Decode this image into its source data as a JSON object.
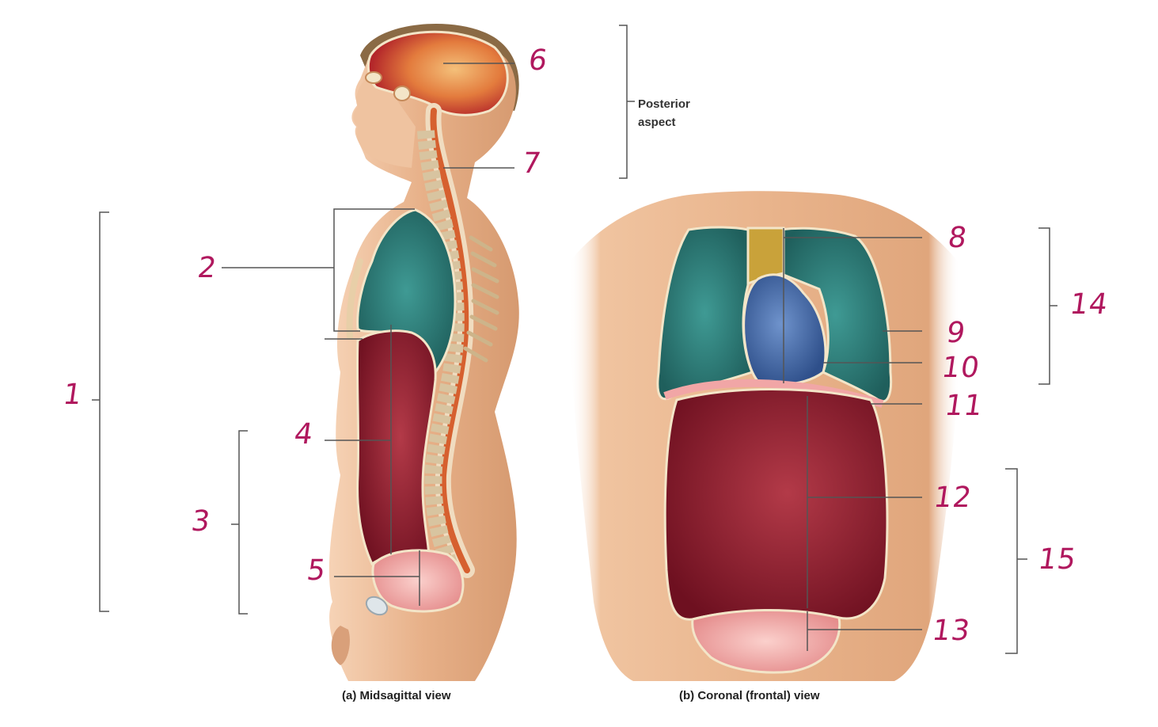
{
  "captions": {
    "midsagittal": "(a) Midsagittal view",
    "coronal": "(b) Coronal (frontal) view"
  },
  "posterior": {
    "line1": "Posterior",
    "line2": "aspect"
  },
  "labels": {
    "n1": "1",
    "n2": "2",
    "n3": "3",
    "n4": "4",
    "n5": "5",
    "n6": "6",
    "n7": "7",
    "n8": "8",
    "n9": "9",
    "n10": "10",
    "n11": "11",
    "n12": "12",
    "n13": "13",
    "n14": "14",
    "n15": "15"
  },
  "colors": {
    "label_ink": "#b0185e",
    "skin": "#e9b48c",
    "lung": "#2f7f7a",
    "heart": "#3f6aa8",
    "abdominopelvic": "#8c1a2a",
    "pelvic": "#f1a6a6",
    "brain": "#e0743a",
    "mediastinum": "#c9a23a"
  }
}
